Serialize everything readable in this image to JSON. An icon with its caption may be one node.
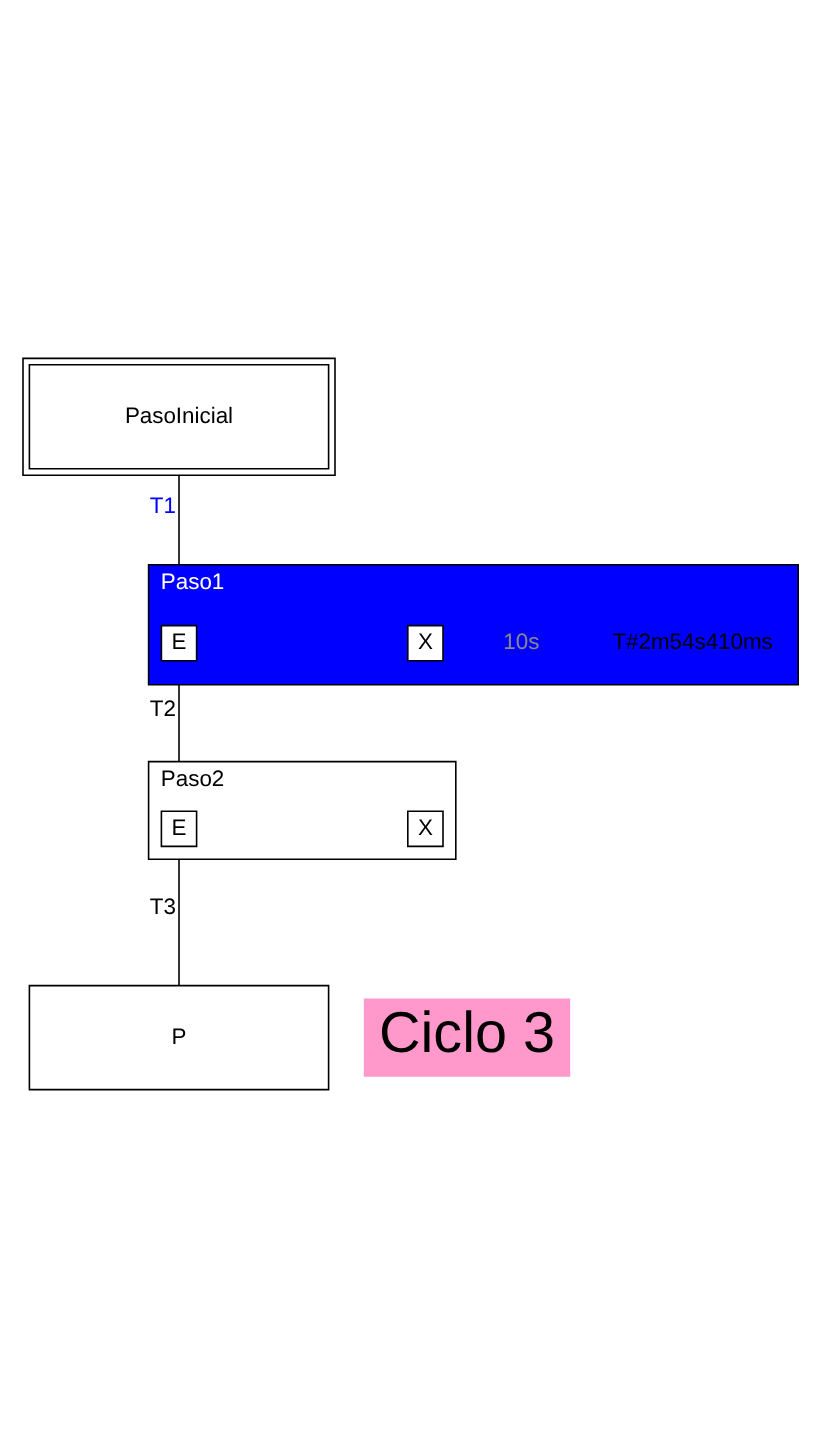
{
  "diagram": {
    "nodes": [
      {
        "text": [
          "PasoInicial"
        ]
      },
      {
        "text": [
          "Paso1"
        ],
        "beside": [
          "10s",
          "T#2m54s410ms"
        ]
      },
      {
        "text": [
          "E"
        ],
        "in": 1
      },
      {
        "text": [
          "X"
        ],
        "in": 1
      },
      {
        "text": [
          "Paso2"
        ]
      },
      {
        "text": [
          "E"
        ],
        "in": 4
      },
      {
        "text": [
          "X"
        ],
        "in": 4
      },
      {
        "text": [
          "P"
        ]
      },
      {
        "text": [
          "Ciclo 3"
        ]
      }
    ],
    "edges": [
      {
        "from": 0,
        "to": 1,
        "arrow": "none",
        "label": "T1"
      },
      {
        "from": 1,
        "to": 4,
        "arrow": "none",
        "label": "T2"
      },
      {
        "from": 4,
        "to": 7,
        "arrow": "none",
        "label": "T3"
      }
    ]
  }
}
